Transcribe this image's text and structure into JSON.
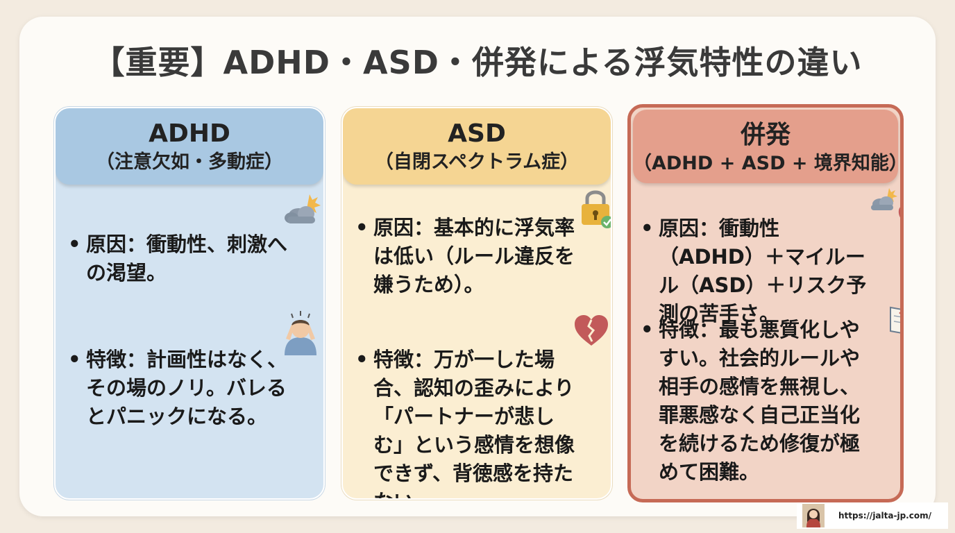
{
  "title": "【重要】ADHD・ASD・併発による浮気特性の違い",
  "cards": [
    {
      "heading": "ADHD",
      "subheading": "（注意欠如・多動症）",
      "bullet_mark": "•",
      "cause": "原因：衝動性、刺激への渇望。",
      "trait": "特徴：計画性はなく、その場のノリ。バレるとパニックになる。",
      "icons": [
        "storm-cloud-icon",
        "stressed-person-icon"
      ]
    },
    {
      "heading": "ASD",
      "subheading": "（自閉スペクトラム症）",
      "bullet_mark": "•",
      "cause": "原因：基本的に浮気率は低い（ルール違反を嫌うため）。",
      "trait": "特徴：万が一した場合、認知の歪みにより「パートナーが悲しむ」という感情を想像できず、背徳感を持たない。",
      "icons": [
        "padlock-check-icon",
        "broken-heart-icon"
      ]
    },
    {
      "heading": "併発",
      "subheading": "（ADHD + ASD + 境界知能）",
      "bullet_mark": "•",
      "cause": "原因：衝動性（ADHD）＋マイルール（ASD）＋リスク予測の苦手さ。",
      "trait": "特徴：最も悪質化しやすい。社会的ルールや相手の感情を無視し、罪悪感なく自己正当化を続けるため修復が極めて困難。",
      "icons": [
        "storm-cloud-icon",
        "broken-heart-icon",
        "torn-book-icon"
      ]
    }
  ],
  "footer": {
    "url": "https://jalta-jp.com/"
  },
  "colors": {
    "adhd_header": "#a9c8e2",
    "adhd_body": "#d3e3f1",
    "asd_header": "#f5d593",
    "asd_body": "#fbeed2",
    "combined_header": "#e49f8c",
    "combined_body": "#f2d4c6",
    "combined_border": "#c66a56"
  }
}
